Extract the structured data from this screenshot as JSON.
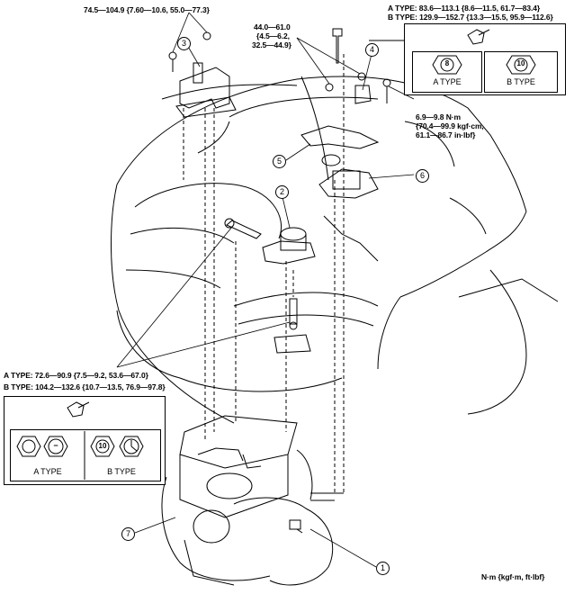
{
  "torque_specs": {
    "spec_mount3": "74.5—104.9 {7.60—10.6, 55.0—77.3}",
    "spec_mount4_line1": "44.0—61.0",
    "spec_mount4_line2": "{4.5—6.2,",
    "spec_mount4_line3": "32.5—44.9}",
    "spec_small_bolt_line1": "6.9—9.8 N·m",
    "spec_small_bolt_line2": "{70.4—99.9 kgf·cm,",
    "spec_small_bolt_line3": "61.1—86.7 in·lbf}",
    "spec_top_a": "A TYPE:  83.6—113.1 {8.6—11.5, 61.7—83.4}",
    "spec_top_b": "B TYPE:  129.9—152.7 {13.3—15.5, 95.9—112.6}",
    "spec_lower_a": "A TYPE:  72.6—90.9 {7.5—9.2, 53.6—67.0}",
    "spec_lower_b": "B TYPE:  104.2—132.6 {10.7—13.5, 76.9—97.8}"
  },
  "bolt_box_top": {
    "a_label": "A TYPE",
    "b_label": "B TYPE",
    "a_mark": "8",
    "b_mark": "10"
  },
  "bolt_box_lower": {
    "a_label": "A TYPE",
    "b_label": "B TYPE",
    "a_mark": "−",
    "b_mark": "10"
  },
  "callouts": [
    "1",
    "2",
    "3",
    "4",
    "5",
    "6",
    "7"
  ],
  "units_note": "N·m {kgf·m, ft·lbf}"
}
